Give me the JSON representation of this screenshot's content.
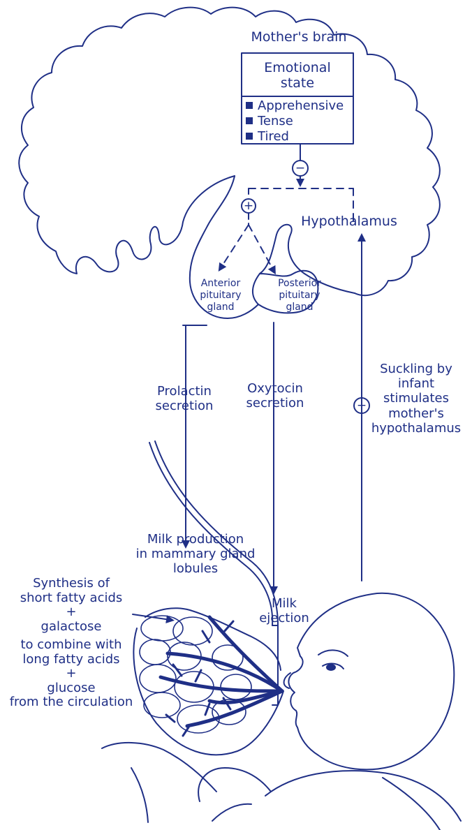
{
  "colors": {
    "ink": "#1f2f86",
    "background": "#ffffff"
  },
  "brain": {
    "label": "Mother's brain"
  },
  "emotional_box": {
    "title_line1": "Emotional",
    "title_line2": "state",
    "items": [
      "Apprehensive",
      "Tense",
      "Tired"
    ]
  },
  "signs": {
    "minus": "−",
    "plus": "+"
  },
  "hypothalamus": "Hypothalamus",
  "anterior": {
    "l1": "Anterior",
    "l2": "pituitary",
    "l3": "gland"
  },
  "posterior": {
    "l1": "Posterior",
    "l2": "pituitary",
    "l3": "gland"
  },
  "prolactin": {
    "l1": "Prolactin",
    "l2": "secretion"
  },
  "oxytocin": {
    "l1": "Oxytocin",
    "l2": "secretion"
  },
  "suckling": {
    "l1": "Suckling by",
    "l2": "infant",
    "l3": "stimulates",
    "l4": "mother's",
    "l5": "hypothalamus"
  },
  "milk_production": {
    "l1": "Milk production",
    "l2": "in mammary gland",
    "l3": "lobules"
  },
  "milk_ejection": {
    "l1": "Milk",
    "l2": "ejection"
  },
  "synthesis": {
    "l1": "Synthesis of",
    "l2": "short fatty acids",
    "l3": "+",
    "l4": "galactose",
    "l5": "to combine with",
    "l6": "long fatty acids",
    "l7": "+",
    "l8": "glucose",
    "l9": "from the circulation"
  }
}
